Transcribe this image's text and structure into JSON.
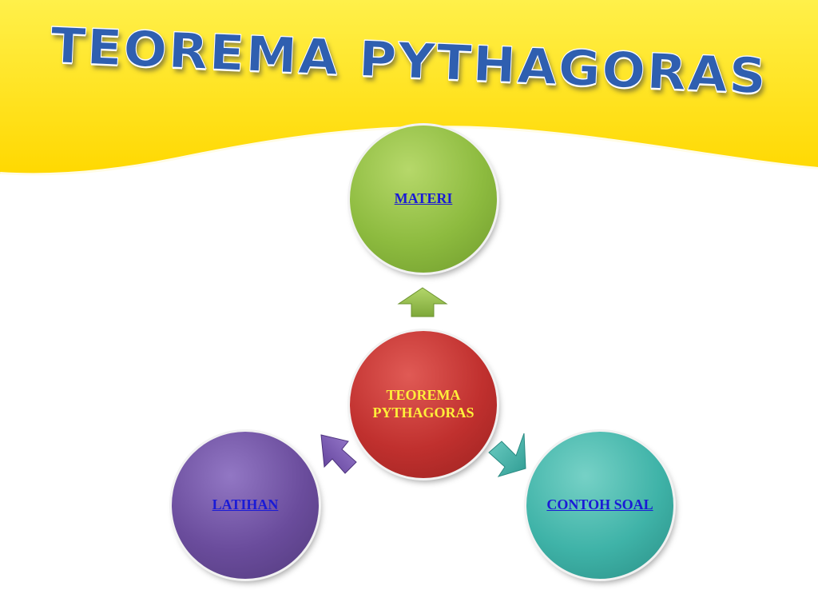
{
  "title": "TEOREMA PYTHAGORAS",
  "nodes": {
    "center": {
      "label": "TEOREMA PYTHAGORAS",
      "color": "#c0302e"
    },
    "materi": {
      "label": "MATERI",
      "color": "#8dbb3f"
    },
    "contoh_soal": {
      "label": "CONTOH SOAL",
      "color": "#3fb3a8"
    },
    "latihan": {
      "label": "LATIHAN",
      "color": "#6a4c9c"
    }
  },
  "colors": {
    "banner": "#ffe100",
    "title": "#2f5fb0",
    "link": "#1a1ad6",
    "center_text": "#ffef3a"
  }
}
